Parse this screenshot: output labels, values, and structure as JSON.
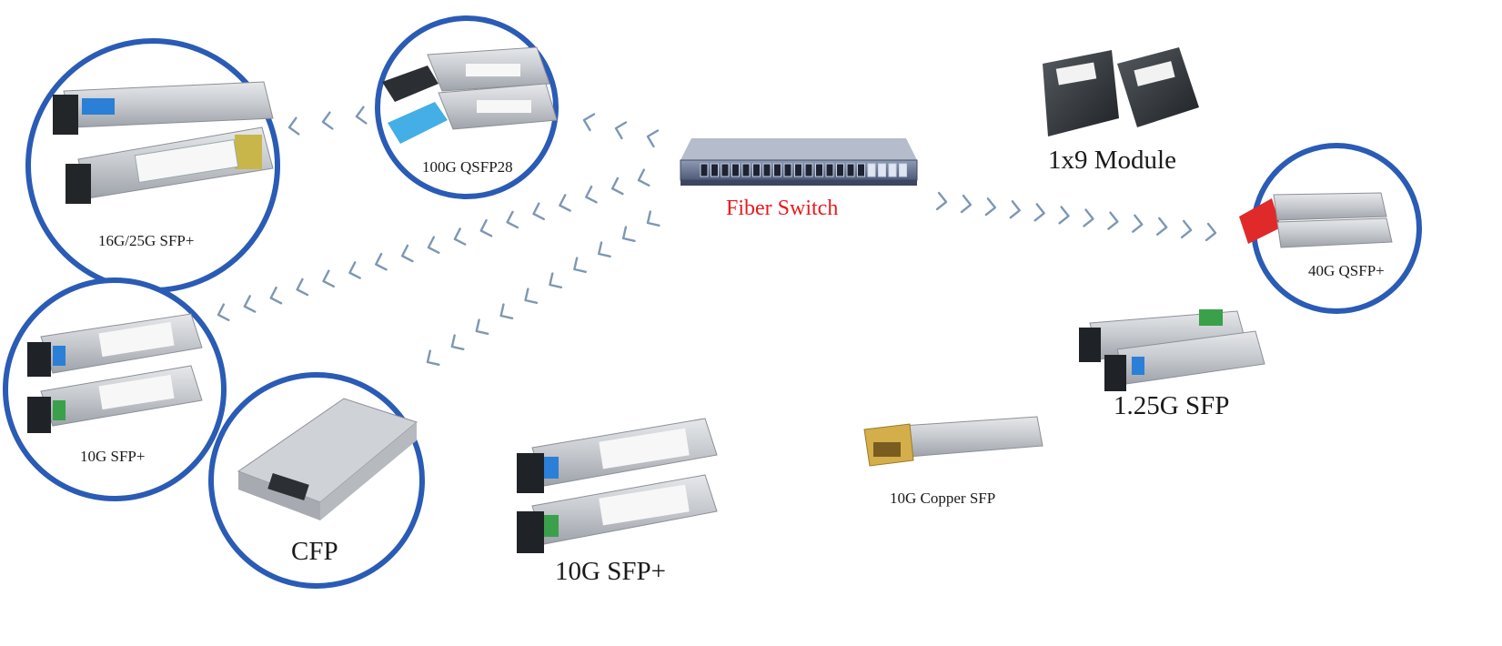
{
  "title": "Fiber Switch",
  "modules": [
    {
      "label": "16G/25G SFP+"
    },
    {
      "label": "100G QSFP28"
    },
    {
      "label": "10G SFP+"
    },
    {
      "label": "CFP"
    },
    {
      "label": "10G SFP+"
    },
    {
      "label": "10G Copper SFP"
    },
    {
      "label": "1.25G SFP"
    },
    {
      "label": "40G QSFP+"
    },
    {
      "label": "1x9 Module"
    }
  ],
  "colors": {
    "ring": "#2a5bb5",
    "title": "#e8191d",
    "arrow": "#7d97b3",
    "metal": "#c4c7cb",
    "switch": "#5c6b88"
  }
}
